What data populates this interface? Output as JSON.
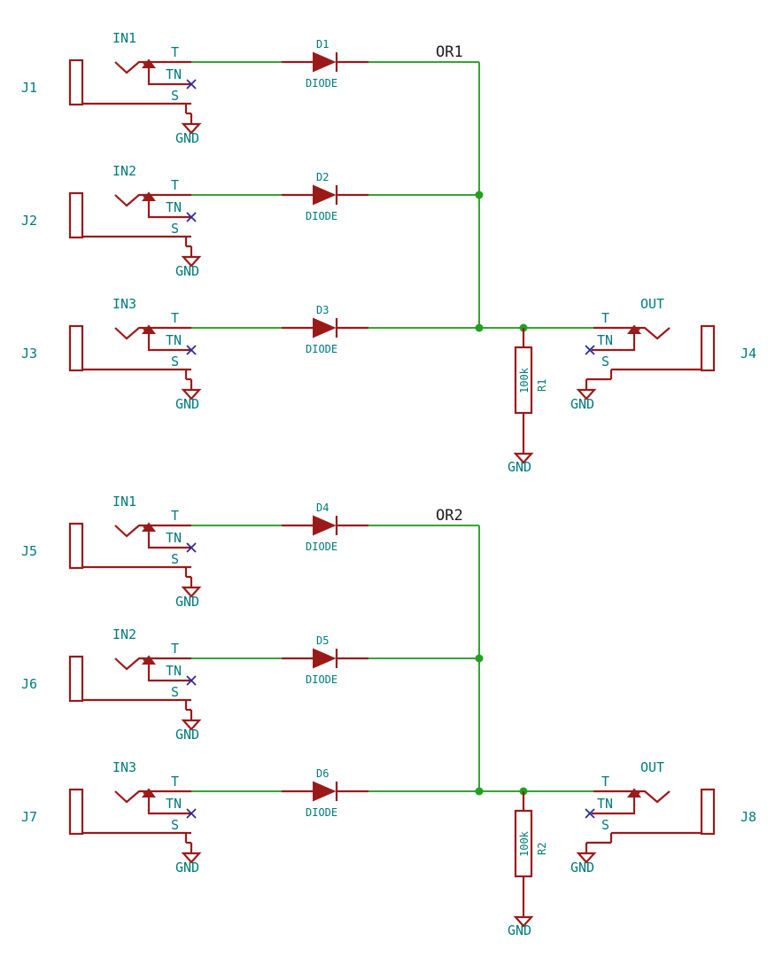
{
  "colors": {
    "wire": "#34a534",
    "symbol": "#9a1a1a",
    "label": "#007a7a",
    "no_connect": "#2a2a99",
    "net_label": "#1a1a1a",
    "junction": "#21a021",
    "background": "#ffffff"
  },
  "pin_labels": {
    "tip": "T",
    "tip_normal": "TN",
    "sleeve": "S"
  },
  "ground_label": "GND",
  "circuits": [
    {
      "net_label": "OR1",
      "inputs": [
        {
          "ref": "J1",
          "value": "IN1",
          "diode_ref": "D1",
          "diode_value": "DIODE"
        },
        {
          "ref": "J2",
          "value": "IN2",
          "diode_ref": "D2",
          "diode_value": "DIODE"
        },
        {
          "ref": "J3",
          "value": "IN3",
          "diode_ref": "D3",
          "diode_value": "DIODE"
        }
      ],
      "output": {
        "ref": "J4",
        "value": "OUT"
      },
      "resistor": {
        "ref": "R1",
        "value": "100k"
      }
    },
    {
      "net_label": "OR2",
      "inputs": [
        {
          "ref": "J5",
          "value": "IN1",
          "diode_ref": "D4",
          "diode_value": "DIODE"
        },
        {
          "ref": "J6",
          "value": "IN2",
          "diode_ref": "D5",
          "diode_value": "DIODE"
        },
        {
          "ref": "J7",
          "value": "IN3",
          "diode_ref": "D6",
          "diode_value": "DIODE"
        }
      ],
      "output": {
        "ref": "J8",
        "value": "OUT"
      },
      "resistor": {
        "ref": "R2",
        "value": "100k"
      }
    }
  ]
}
